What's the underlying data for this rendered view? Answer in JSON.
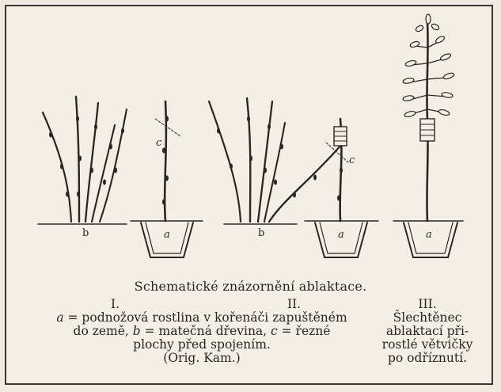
{
  "diagram": {
    "labels": {
      "b1": "b",
      "a1": "a",
      "c1": "c",
      "b2": "b",
      "a2": "a",
      "c2": "c",
      "a3": "a"
    }
  },
  "caption": "Schematické znázornění ablaktace.",
  "legend": {
    "col1": {
      "numeral_i": "I.",
      "numeral_ii": "II.",
      "line1_a": "a",
      "line1_text": " = podnožová rostlina v kořenáči zapuštěném",
      "line2_pre": "do země, ",
      "line2_b": "b",
      "line2_mid": " = matečná dřevina, ",
      "line2_c": "c",
      "line2_post": " = řezné",
      "line3": "plochy před spojením.",
      "line4": "(Orig. Kam.)"
    },
    "col3": {
      "numeral_iii": "III.",
      "line1": "Šlechtěnec",
      "line2": "ablaktací při-",
      "line3": "rostlé větvičky",
      "line4": "po odříznutí."
    }
  }
}
